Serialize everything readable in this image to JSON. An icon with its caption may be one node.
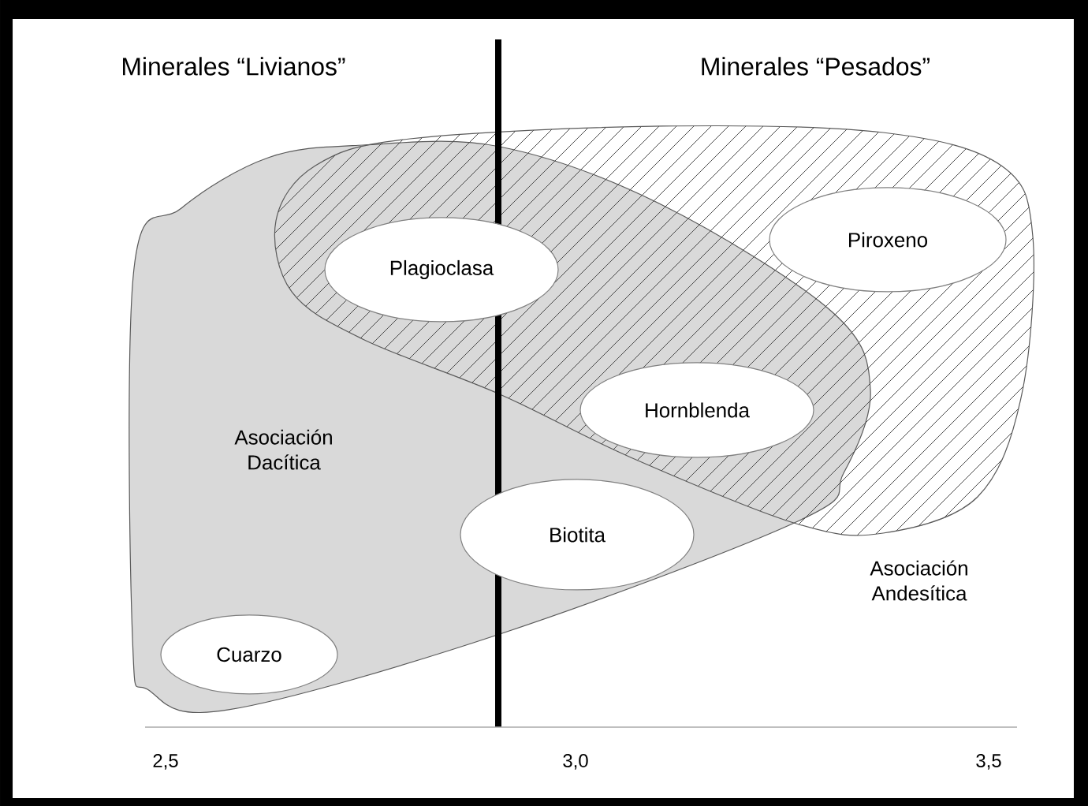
{
  "diagram": {
    "nodes": [
      {
        "text": [
          "Plagioclasa"
        ]
      },
      {
        "text": [
          "Piroxeno"
        ]
      },
      {
        "text": [
          "Hornblenda"
        ]
      },
      {
        "text": [
          "Biotita"
        ]
      },
      {
        "text": [
          "Cuarzo"
        ]
      }
    ],
    "labels": [
      "Minerales “Livianos”",
      "Minerales “Pesados”",
      "Asociación Dacítica",
      "Asociación Andesítica",
      "2,5",
      "3,0",
      "3,5"
    ]
  }
}
